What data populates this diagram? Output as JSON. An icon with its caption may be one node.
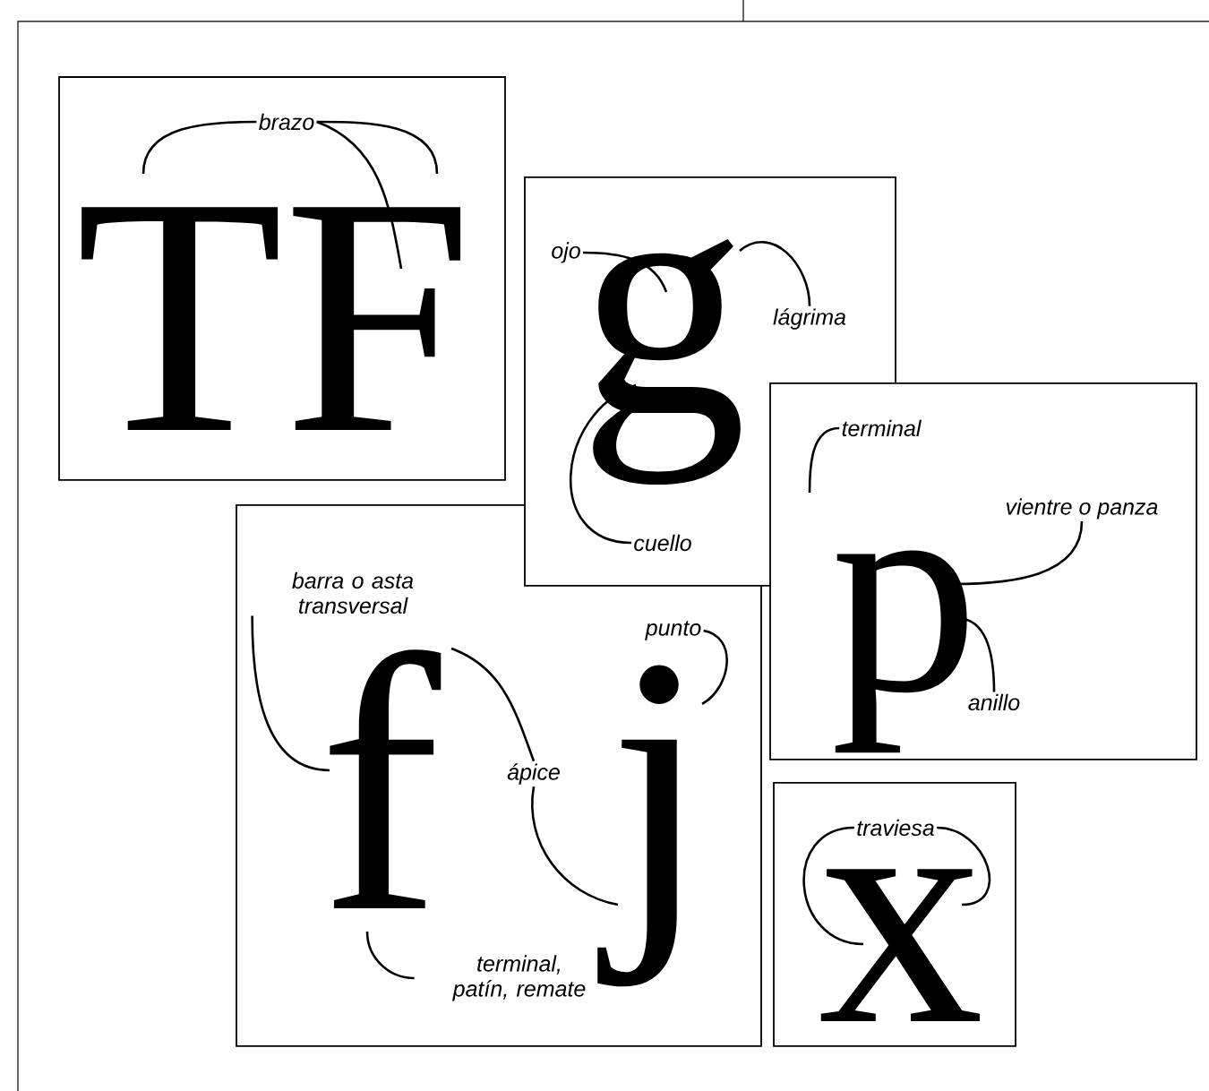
{
  "diagram": {
    "nodes": [
      {
        "text": [
          "TF"
        ]
      },
      {
        "text": [
          "brazo"
        ],
        "in": 0
      },
      {
        "text": [
          "g"
        ]
      },
      {
        "text": [
          "ojo"
        ],
        "in": 2
      },
      {
        "text": [
          "lágrima"
        ],
        "in": 2
      },
      {
        "text": [
          "cuello"
        ]
      },
      {
        "text": [
          "p"
        ]
      },
      {
        "text": [
          "terminal"
        ],
        "in": 6
      },
      {
        "text": [
          "vientre o panza"
        ],
        "in": 6
      },
      {
        "text": [
          "anillo"
        ],
        "in": 6
      },
      {
        "text": [
          "f",
          "j"
        ]
      },
      {
        "text": [
          "barra o asta transversal"
        ],
        "in": 10
      },
      {
        "text": [
          "ápice"
        ],
        "in": 10
      },
      {
        "text": [
          "punto"
        ],
        "in": 10
      },
      {
        "text": [
          "terminal, patín, remate"
        ],
        "in": 10
      },
      {
        "text": [
          "x"
        ]
      },
      {
        "text": [
          "traviesa"
        ],
        "in": 15
      }
    ],
    "edges": [
      {
        "from": 1,
        "to": null,
        "arrow": "none"
      },
      {
        "from": 1,
        "to": null,
        "arrow": "none"
      },
      {
        "from": 1,
        "to": null,
        "arrow": "none"
      },
      {
        "from": 3,
        "to": null,
        "arrow": "none"
      },
      {
        "from": 4,
        "to": null,
        "arrow": "none"
      },
      {
        "from": 5,
        "to": null,
        "arrow": "none"
      },
      {
        "from": 7,
        "to": null,
        "arrow": "none"
      },
      {
        "from": 8,
        "to": null,
        "arrow": "none"
      },
      {
        "from": 9,
        "to": null,
        "arrow": "none"
      },
      {
        "from": 11,
        "to": null,
        "arrow": "none"
      },
      {
        "from": 12,
        "to": null,
        "arrow": "none"
      },
      {
        "from": 12,
        "to": null,
        "arrow": "none"
      },
      {
        "from": 13,
        "to": null,
        "arrow": "none"
      },
      {
        "from": 14,
        "to": null,
        "arrow": "none"
      },
      {
        "from": 16,
        "to": null,
        "arrow": "none"
      },
      {
        "from": 16,
        "to": null,
        "arrow": "none"
      }
    ]
  }
}
